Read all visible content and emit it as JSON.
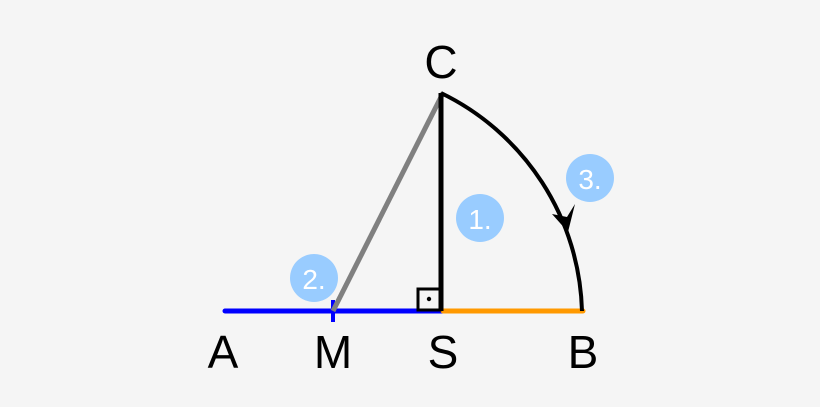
{
  "points": {
    "A": "A",
    "M": "M",
    "S": "S",
    "B": "B",
    "C": "C"
  },
  "steps": [
    "1.",
    "2.",
    "3."
  ],
  "colors": {
    "segment_AS": "#0000ff",
    "segment_SB": "#ff9900",
    "segment_MC": "#808080",
    "segment_SC": "#000000",
    "arc": "#000000",
    "step_badge": "#99ccff",
    "background": "#f5f5f5"
  }
}
